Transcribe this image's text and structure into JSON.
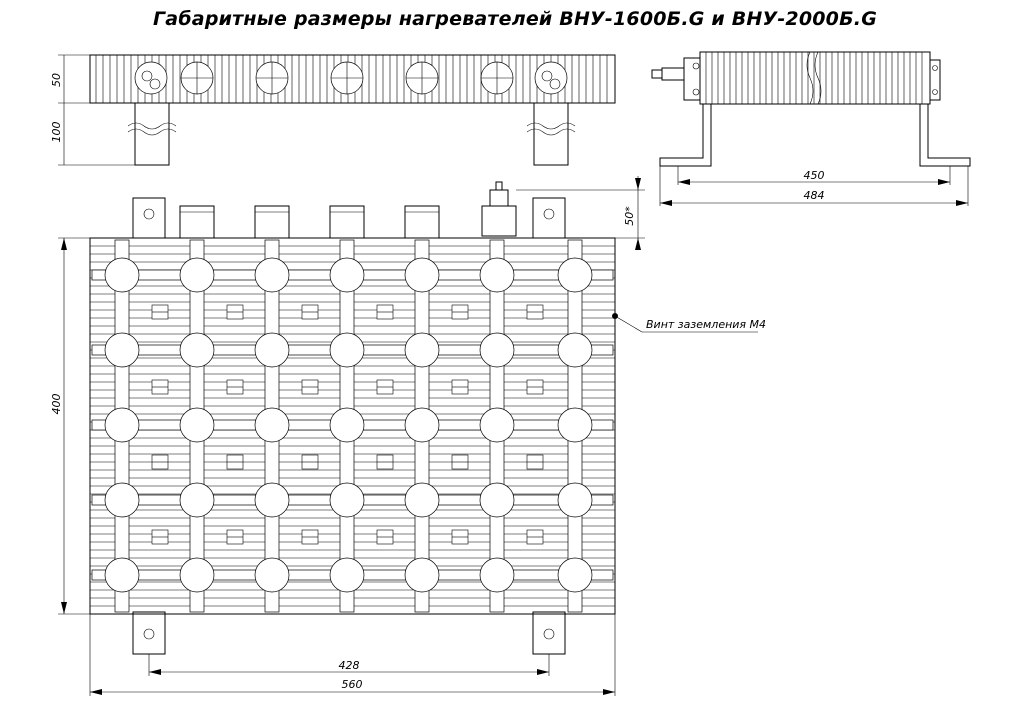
{
  "title": "Габаритные размеры   нагревателей   ВНУ-1600Б.G  и ВНУ-2000Б.G",
  "dimensions": {
    "top_height": "50",
    "top_leg": "100",
    "side_inner": "450",
    "side_outer": "484",
    "front_top_offset": "50*",
    "front_height": "400",
    "front_inner_width": "428",
    "front_outer_width": "560"
  },
  "annotations": {
    "ground_screw": "Винт заземления М4"
  }
}
